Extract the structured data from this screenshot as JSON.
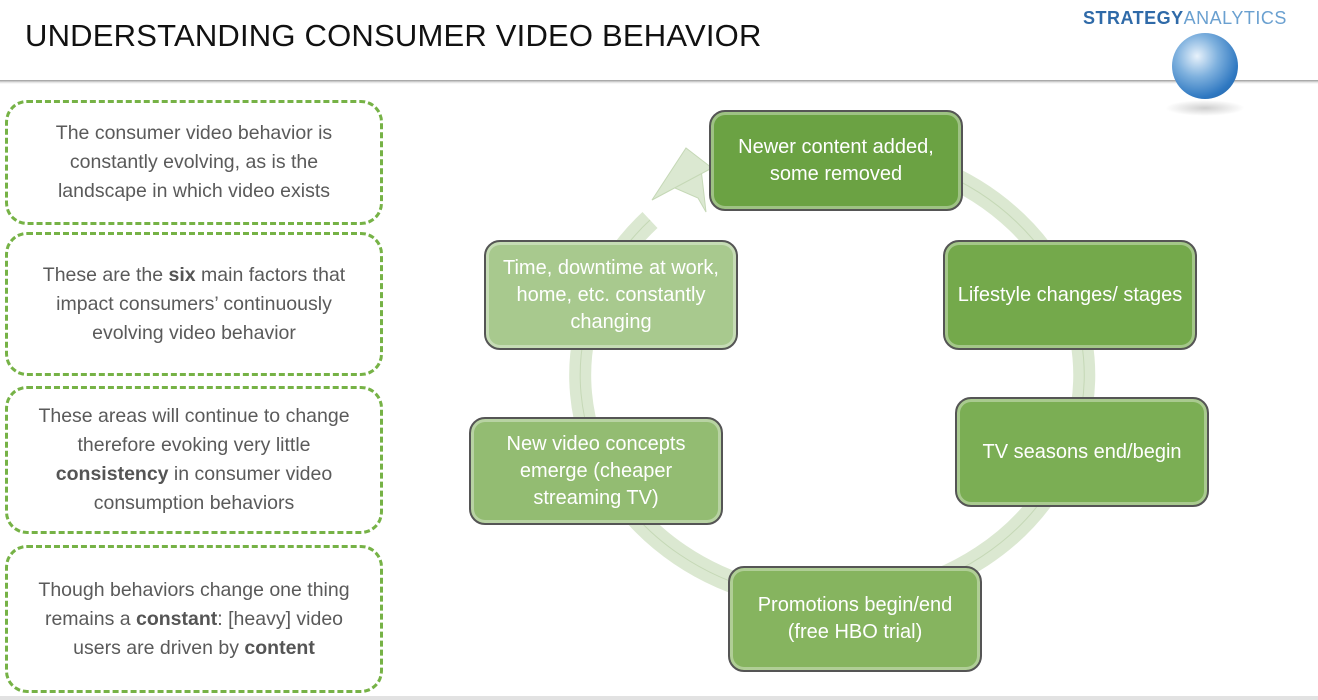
{
  "header": {
    "title": "UNDERSTANDING CONSUMER VIDEO BEHAVIOR",
    "brand_strong": "STRATEGY",
    "brand_light": "ANALYTICS",
    "logo_icon": "globe-icon"
  },
  "notes": [
    {
      "before": "The consumer video behavior is constantly evolving, as is the landscape in which video exists",
      "bold": "",
      "after": ""
    },
    {
      "before": "These are the ",
      "bold": "six",
      "after": " main factors that impact consumers’ continuously evolving video behavior"
    },
    {
      "before": "These areas will continue to change therefore evoking very little ",
      "bold": "consistency",
      "after": " in consumer video consumption behaviors"
    },
    {
      "before": "Though behaviors change one thing remains a ",
      "bold": "constant",
      "after": ": [heavy] video users are driven by ",
      "bold2": "content"
    }
  ],
  "cycle": {
    "nodes": [
      {
        "label": "Newer content added, some removed",
        "color": "#6ba243"
      },
      {
        "label": "Lifestyle changes/ stages",
        "color": "#74a94b"
      },
      {
        "label": "TV seasons end/begin",
        "color": "#7bae54"
      },
      {
        "label": "Promotions begin/end (free HBO trial)",
        "color": "#86b45f"
      },
      {
        "label": "New video concepts emerge (cheaper streaming TV)",
        "color": "#93bc72"
      },
      {
        "label": "Time, downtime at work, home, etc. constantly changing",
        "color": "#a8c98e"
      }
    ],
    "arrow_color": "#dbe8d1",
    "note_border_color": "#76b246"
  }
}
